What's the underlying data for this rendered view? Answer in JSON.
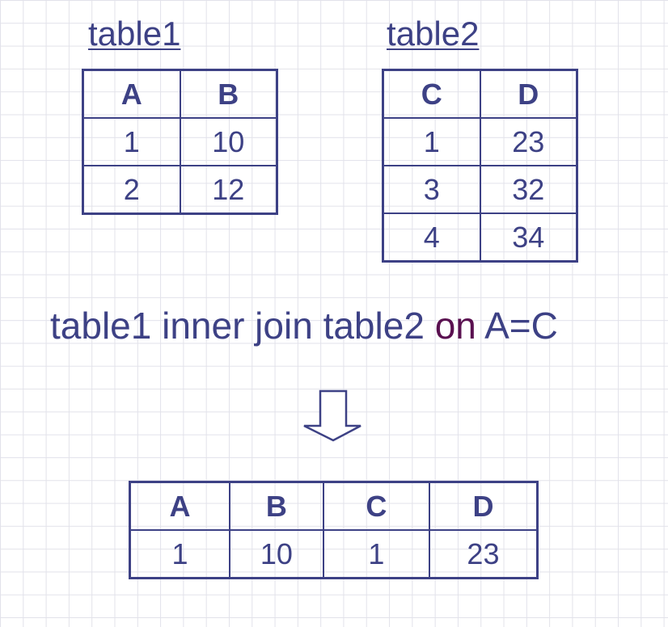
{
  "table1": {
    "title": "table1",
    "headers": [
      "A",
      "B"
    ],
    "rows": [
      [
        "1",
        "10"
      ],
      [
        "2",
        "12"
      ]
    ]
  },
  "table2": {
    "title": "table2",
    "headers": [
      "C",
      "D"
    ],
    "rows": [
      [
        "1",
        "23"
      ],
      [
        "3",
        "32"
      ],
      [
        "4",
        "34"
      ]
    ]
  },
  "query": {
    "part1": "table1 inner join table2",
    "keyword": "on",
    "part2": "A=C"
  },
  "result": {
    "headers": [
      "A",
      "B",
      "C",
      "D"
    ],
    "rows": [
      [
        "1",
        "10",
        "1",
        "23"
      ]
    ]
  },
  "colors": {
    "text": "#3d4185",
    "keyword": "#5a1050",
    "grid": "#e2e2ea"
  },
  "icons": {
    "arrow": "down-arrow-icon"
  }
}
